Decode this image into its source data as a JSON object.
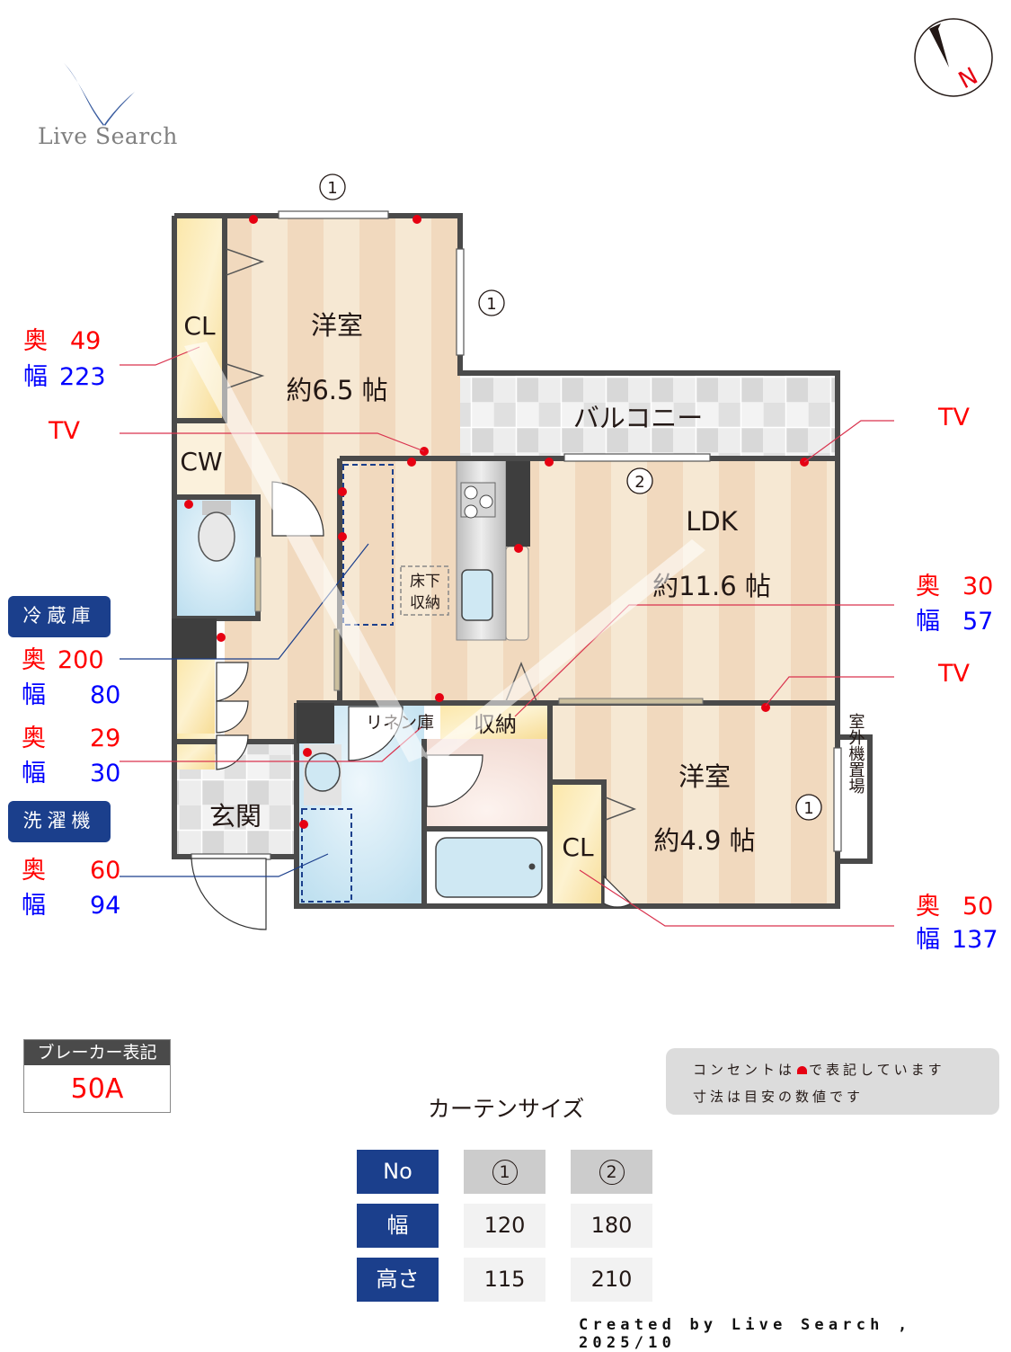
{
  "brand": {
    "logo_text": "Live Search",
    "accent_color": "#3a5da0"
  },
  "compass": {
    "label": "N",
    "needle_color": "#231815",
    "label_color": "#e60012"
  },
  "rooms": {
    "western_room_1": {
      "name": "洋室",
      "size": "約6.5 帖"
    },
    "ldk": {
      "name": "LDK",
      "size": "約11.6 帖"
    },
    "western_room_2": {
      "name": "洋室",
      "size": "約4.9 帖"
    },
    "balcony": {
      "name": "バルコニー"
    },
    "entrance": {
      "name": "玄関"
    },
    "closet_1": {
      "name": "CL"
    },
    "closet_2": {
      "name": "CL"
    },
    "walk_closet": {
      "name": "CW"
    },
    "underfloor_storage": {
      "line1": "床下",
      "line2": "収納"
    },
    "linen": {
      "name": "リネン庫"
    },
    "storage": {
      "name": "収納"
    },
    "outdoor_unit": {
      "name": "室外機置場"
    }
  },
  "window_markers": {
    "top": "1",
    "right_upper": "1",
    "balcony": "2",
    "right_lower": "1"
  },
  "annotations": {
    "cl1": {
      "depth_label": "奥",
      "depth": "49",
      "width_label": "幅",
      "width": "223"
    },
    "tv_left": {
      "label": "TV"
    },
    "fridge": {
      "title": "冷蔵庫",
      "depth_label": "奥",
      "depth": "200",
      "width_label": "幅",
      "width": "80"
    },
    "linen": {
      "depth_label": "奥",
      "depth": "29",
      "width_label": "幅",
      "width": "30"
    },
    "washer": {
      "title": "洗濯機",
      "depth_label": "奥",
      "depth": "60",
      "width_label": "幅",
      "width": "94"
    },
    "tv_right_top": {
      "label": "TV"
    },
    "storage": {
      "depth_label": "奥",
      "depth": "30",
      "width_label": "幅",
      "width": "57"
    },
    "tv_right_mid": {
      "label": "TV"
    },
    "cl2": {
      "depth_label": "奥",
      "depth": "50",
      "width_label": "幅",
      "width": "137"
    }
  },
  "breaker": {
    "title": "ブレーカー表記",
    "value": "50A"
  },
  "notes": {
    "line1_before": "コンセントは",
    "line1_after": "で表記しています",
    "line2": "寸法は目安の数値です"
  },
  "curtain": {
    "title": "カーテンサイズ",
    "header_label": "No",
    "columns": [
      "1",
      "2"
    ],
    "rows": [
      {
        "label": "幅",
        "values": [
          "120",
          "180"
        ]
      },
      {
        "label": "高さ",
        "values": [
          "115",
          "210"
        ]
      }
    ]
  },
  "footer": {
    "credit": "Created by Live Search , 2025/10"
  }
}
